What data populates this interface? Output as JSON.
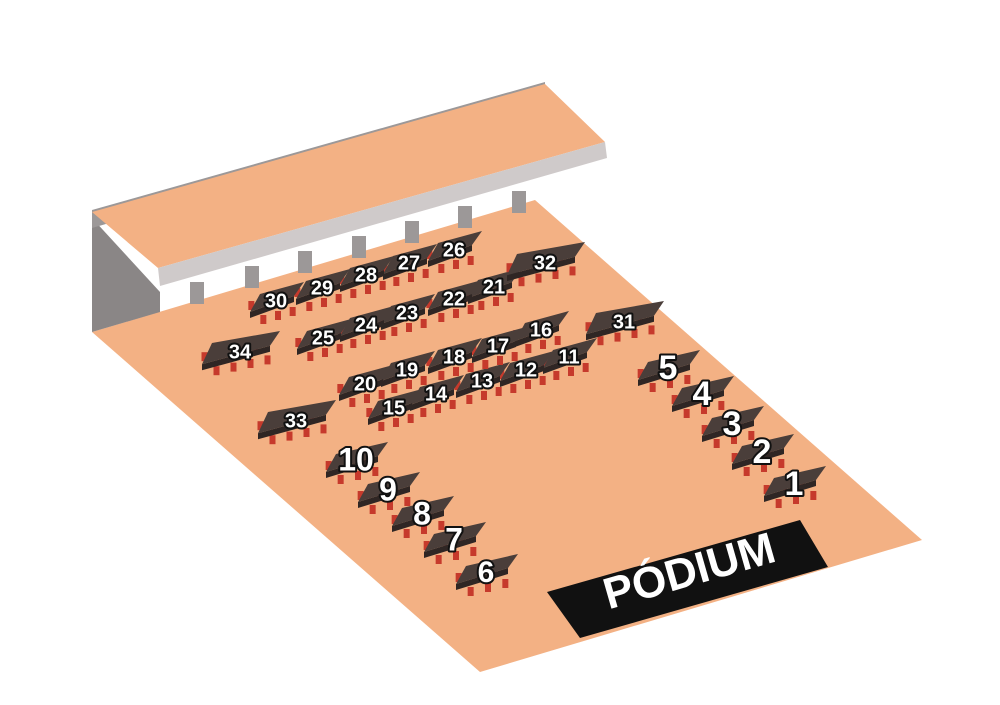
{
  "podium": {
    "label": "PÓDIUM"
  },
  "colors": {
    "floor": "#f3b184",
    "floor_edge": "#e39c6c",
    "wall_front": "#9c9898",
    "wall_top": "#cfcaca",
    "wall_side": "#8a8686",
    "table_top": "#4a3e3a",
    "table_side": "#2f2624",
    "chair": "#c63a2c",
    "podium_fill": "#111111"
  },
  "tables": [
    {
      "n": "1"
    },
    {
      "n": "2"
    },
    {
      "n": "3"
    },
    {
      "n": "4"
    },
    {
      "n": "5"
    },
    {
      "n": "6"
    },
    {
      "n": "7"
    },
    {
      "n": "8"
    },
    {
      "n": "9"
    },
    {
      "n": "10"
    },
    {
      "n": "11"
    },
    {
      "n": "12"
    },
    {
      "n": "13"
    },
    {
      "n": "14"
    },
    {
      "n": "15"
    },
    {
      "n": "16"
    },
    {
      "n": "17"
    },
    {
      "n": "18"
    },
    {
      "n": "19"
    },
    {
      "n": "20"
    },
    {
      "n": "21"
    },
    {
      "n": "22"
    },
    {
      "n": "23"
    },
    {
      "n": "24"
    },
    {
      "n": "25"
    },
    {
      "n": "26"
    },
    {
      "n": "27"
    },
    {
      "n": "28"
    },
    {
      "n": "29"
    },
    {
      "n": "30"
    },
    {
      "n": "31"
    },
    {
      "n": "32"
    },
    {
      "n": "33"
    },
    {
      "n": "34"
    }
  ]
}
